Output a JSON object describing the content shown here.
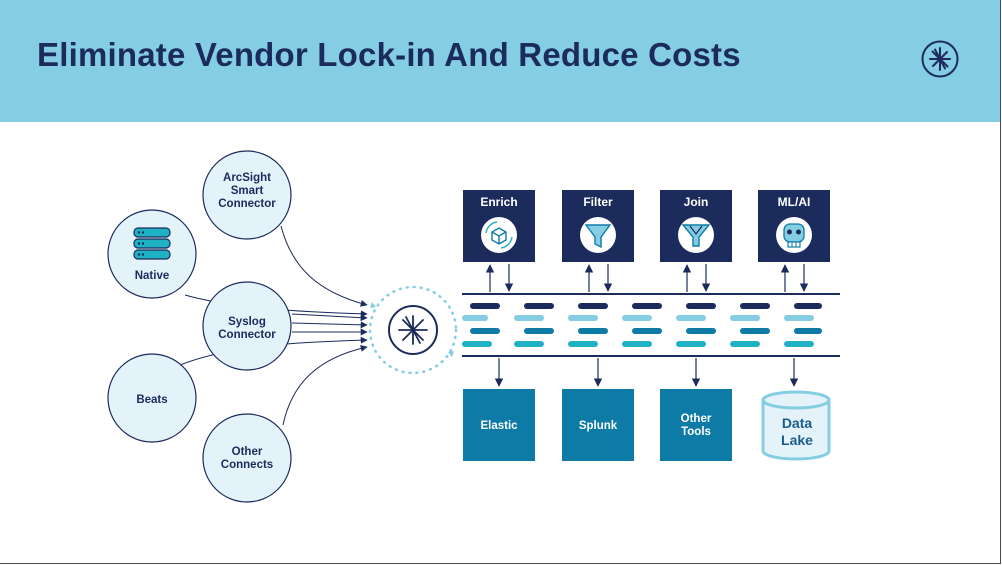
{
  "title": "Eliminate Vendor Lock-in And Reduce Costs",
  "colors": {
    "header_bg": "#85cde3",
    "navy": "#1b2b5c",
    "teal_box": "#0e7ba6",
    "circle_fill": "#e4f3f9",
    "bar_light": "#85cde3",
    "bar_teal": "#1fb1c4"
  },
  "sources": [
    {
      "lines": [
        "ArcSight",
        "Smart",
        "Connector"
      ]
    },
    {
      "lines": [
        "Native"
      ],
      "icon": "server-icon"
    },
    {
      "lines": [
        "Syslog",
        "Connector"
      ]
    },
    {
      "lines": [
        "Beats"
      ]
    },
    {
      "lines": [
        "Other",
        "Connects"
      ]
    }
  ],
  "processors": [
    {
      "label": "Enrich",
      "icon": "cube-cycle-icon"
    },
    {
      "label": "Filter",
      "icon": "funnel-icon"
    },
    {
      "label": "Join",
      "icon": "merge-funnel-icon"
    },
    {
      "label": "ML/AI",
      "icon": "robot-head-icon"
    }
  ],
  "destinations": [
    {
      "lines": [
        "Elastic"
      ]
    },
    {
      "lines": [
        "Splunk"
      ]
    },
    {
      "lines": [
        "Other",
        "Tools"
      ]
    },
    {
      "lines": [
        "Data",
        "Lake"
      ],
      "icon": "database-cylinder-icon"
    }
  ],
  "hub_icon": "starburst-logo-icon",
  "brand_icon": "starburst-logo-icon"
}
